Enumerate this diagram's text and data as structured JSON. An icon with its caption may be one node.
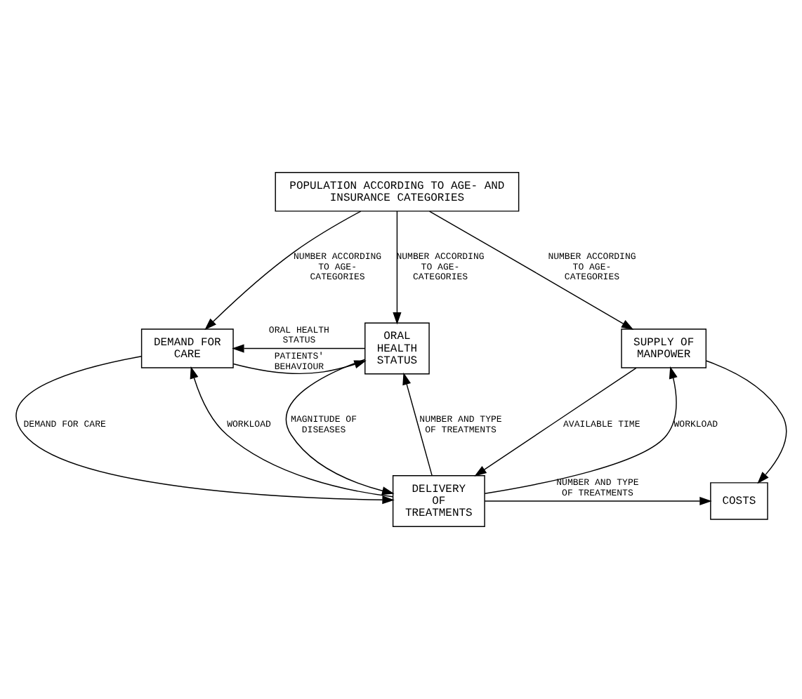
{
  "diagram": {
    "nodes": [
      {
        "text": [
          "POPULATION ACCORDING TO AGE- AND INSURANCE CATEGORIES"
        ]
      },
      {
        "text": [
          "DEMAND FOR CARE"
        ]
      },
      {
        "text": [
          "ORAL HEALTH STATUS"
        ]
      },
      {
        "text": [
          "SUPPLY OF MANPOWER"
        ]
      },
      {
        "text": [
          "DELIVERY OF TREATMENTS"
        ]
      },
      {
        "text": [
          "COSTS"
        ]
      }
    ],
    "edges": [
      {
        "from": 0,
        "to": 1,
        "arrow": "to",
        "label": "NUMBER ACCORDING TO AGE- CATEGORIES"
      },
      {
        "from": 0,
        "to": 2,
        "arrow": "to",
        "label": "NUMBER ACCORDING TO AGE- CATEGORIES"
      },
      {
        "from": 0,
        "to": 3,
        "arrow": "to",
        "label": "NUMBER ACCORDING TO AGE- CATEGORIES"
      },
      {
        "from": 1,
        "to": 2,
        "arrow": "to",
        "label": "PATIENTS' BEHAVIOUR"
      },
      {
        "from": 2,
        "to": 1,
        "arrow": "to",
        "label": "ORAL HEALTH STATUS"
      },
      {
        "from": 1,
        "to": 4,
        "arrow": "to",
        "label": "DEMAND FOR CARE"
      },
      {
        "from": 4,
        "to": 1,
        "arrow": "to",
        "label": "WORKLOAD"
      },
      {
        "from": 2,
        "to": 4,
        "arrow": "to",
        "label": "MAGNITUDE OF DISEASES"
      },
      {
        "from": 4,
        "to": 2,
        "arrow": "to",
        "label": "NUMBER AND TYPE OF TREATMENTS"
      },
      {
        "from": 4,
        "to": 3,
        "arrow": "to",
        "label": "WORKLOAD"
      },
      {
        "from": 3,
        "to": 4,
        "arrow": "to",
        "label": "AVAILABLE TIME"
      },
      {
        "from": 3,
        "to": 5,
        "arrow": "to"
      },
      {
        "from": 4,
        "to": 5,
        "arrow": "to",
        "label": "NUMBER AND TYPE OF TREATMENTS"
      }
    ]
  }
}
